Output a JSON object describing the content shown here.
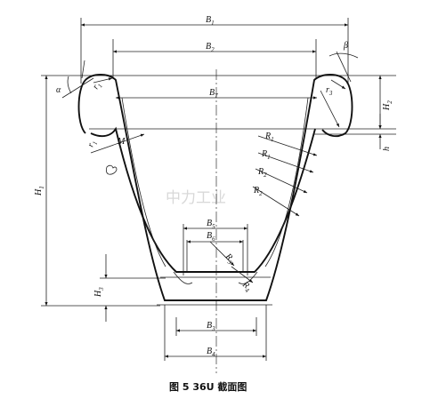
{
  "diagram": {
    "caption": "图 5   36U 截面图",
    "watermark": "中力工业",
    "labels": {
      "B1": "B",
      "B1_sub": "1",
      "B2": "B",
      "B2_sub": "2",
      "B7": "B",
      "B7_sub": "7",
      "B5": "B",
      "B5_sub": "5",
      "B6": "B",
      "B6_sub": "6",
      "B3": "B",
      "B3_sub": "3",
      "B4": "B",
      "B4_sub": "4",
      "H1": "H",
      "H1_sub": "1",
      "H2": "H",
      "H2_sub": "2",
      "H3": "H",
      "H3_sub": "3",
      "h": "h",
      "alpha": "α",
      "beta": "β",
      "r1_left": "r",
      "r1_left_sub": "1",
      "r1_right": "r",
      "r1_right_sub": "1",
      "r3": "r",
      "r3_sub": "3",
      "M": "M",
      "R1a": "R",
      "R1a_sub": "1",
      "R1b": "R",
      "R1b_sub": "1",
      "R2a": "R",
      "R2a_sub": "2",
      "R2b": "R",
      "R2b_sub": "2",
      "R3": "R",
      "R3_sub": "3",
      "R4": "R",
      "R4_sub": "4"
    }
  }
}
